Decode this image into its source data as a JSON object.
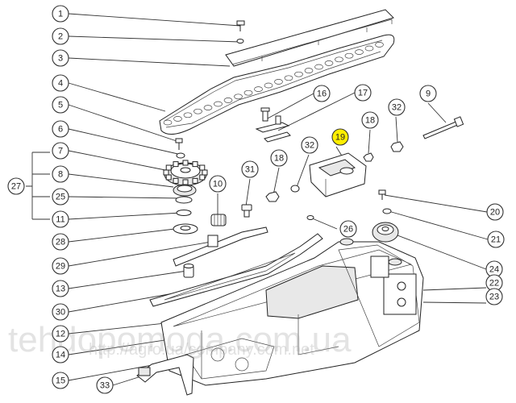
{
  "figure": {
    "highlighted_callout": "19",
    "highlight_color": "#ffee00",
    "line_color": "#222222",
    "background": "#ffffff"
  },
  "callouts": [
    "1",
    "2",
    "3",
    "4",
    "5",
    "6",
    "7",
    "8",
    "25",
    "11",
    "28",
    "29",
    "13",
    "30",
    "12",
    "14",
    "15",
    "33",
    "16",
    "17",
    "18",
    "31",
    "10",
    "32",
    "19",
    "18",
    "32",
    "9",
    "20",
    "21",
    "26",
    "24",
    "22",
    "23",
    "27"
  ],
  "watermark": {
    "main": "tehdopomoga.com.ua",
    "faint": "http://agro.ua/company.com.net"
  }
}
